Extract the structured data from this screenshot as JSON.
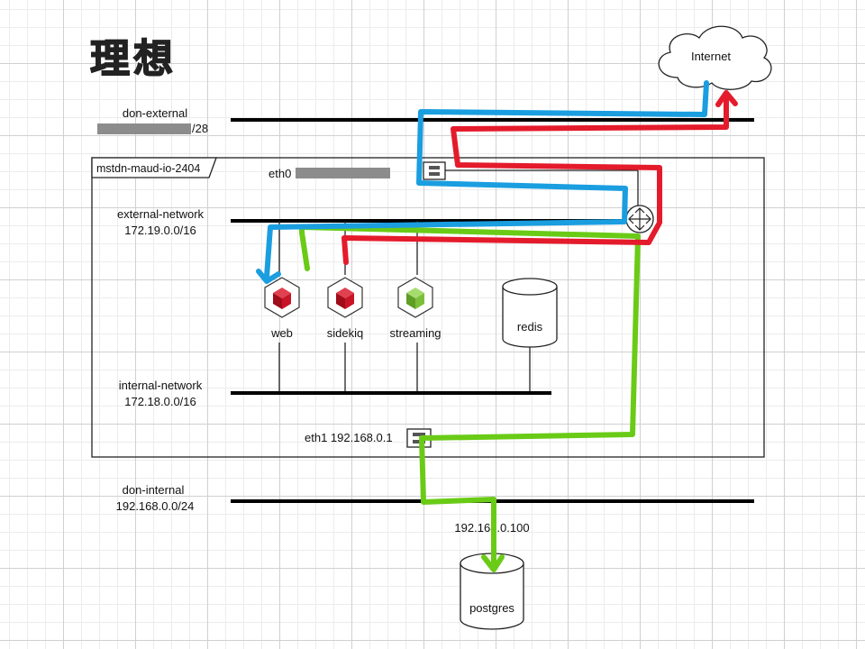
{
  "title": "理想",
  "internet": {
    "label": "Internet"
  },
  "networks": {
    "don_external": {
      "name": "don-external",
      "cidr": "/28"
    },
    "external_network": {
      "name": "external-network",
      "cidr": "172.19.0.0/16"
    },
    "internal_network": {
      "name": "internal-network",
      "cidr": "172.18.0.0/16"
    },
    "don_internal": {
      "name": "don-internal",
      "cidr": "192.168.0.0/24"
    }
  },
  "host": {
    "name": "mstdn-maud-io-2404",
    "eth0": "eth0",
    "eth1": "eth1 192.168.0.1"
  },
  "containers": [
    {
      "name": "web",
      "color": "#b0101e"
    },
    {
      "name": "sidekiq",
      "color": "#b0101e"
    },
    {
      "name": "streaming",
      "color": "#7cbf3a"
    }
  ],
  "redis": {
    "label": "redis"
  },
  "postgres": {
    "label": "postgres",
    "ip": "192.168.0.100"
  },
  "flows": {
    "blue": "#1a9ee0",
    "red": "#e41b2b",
    "green": "#6acb16"
  },
  "redaction_color": "#8c8c8c"
}
